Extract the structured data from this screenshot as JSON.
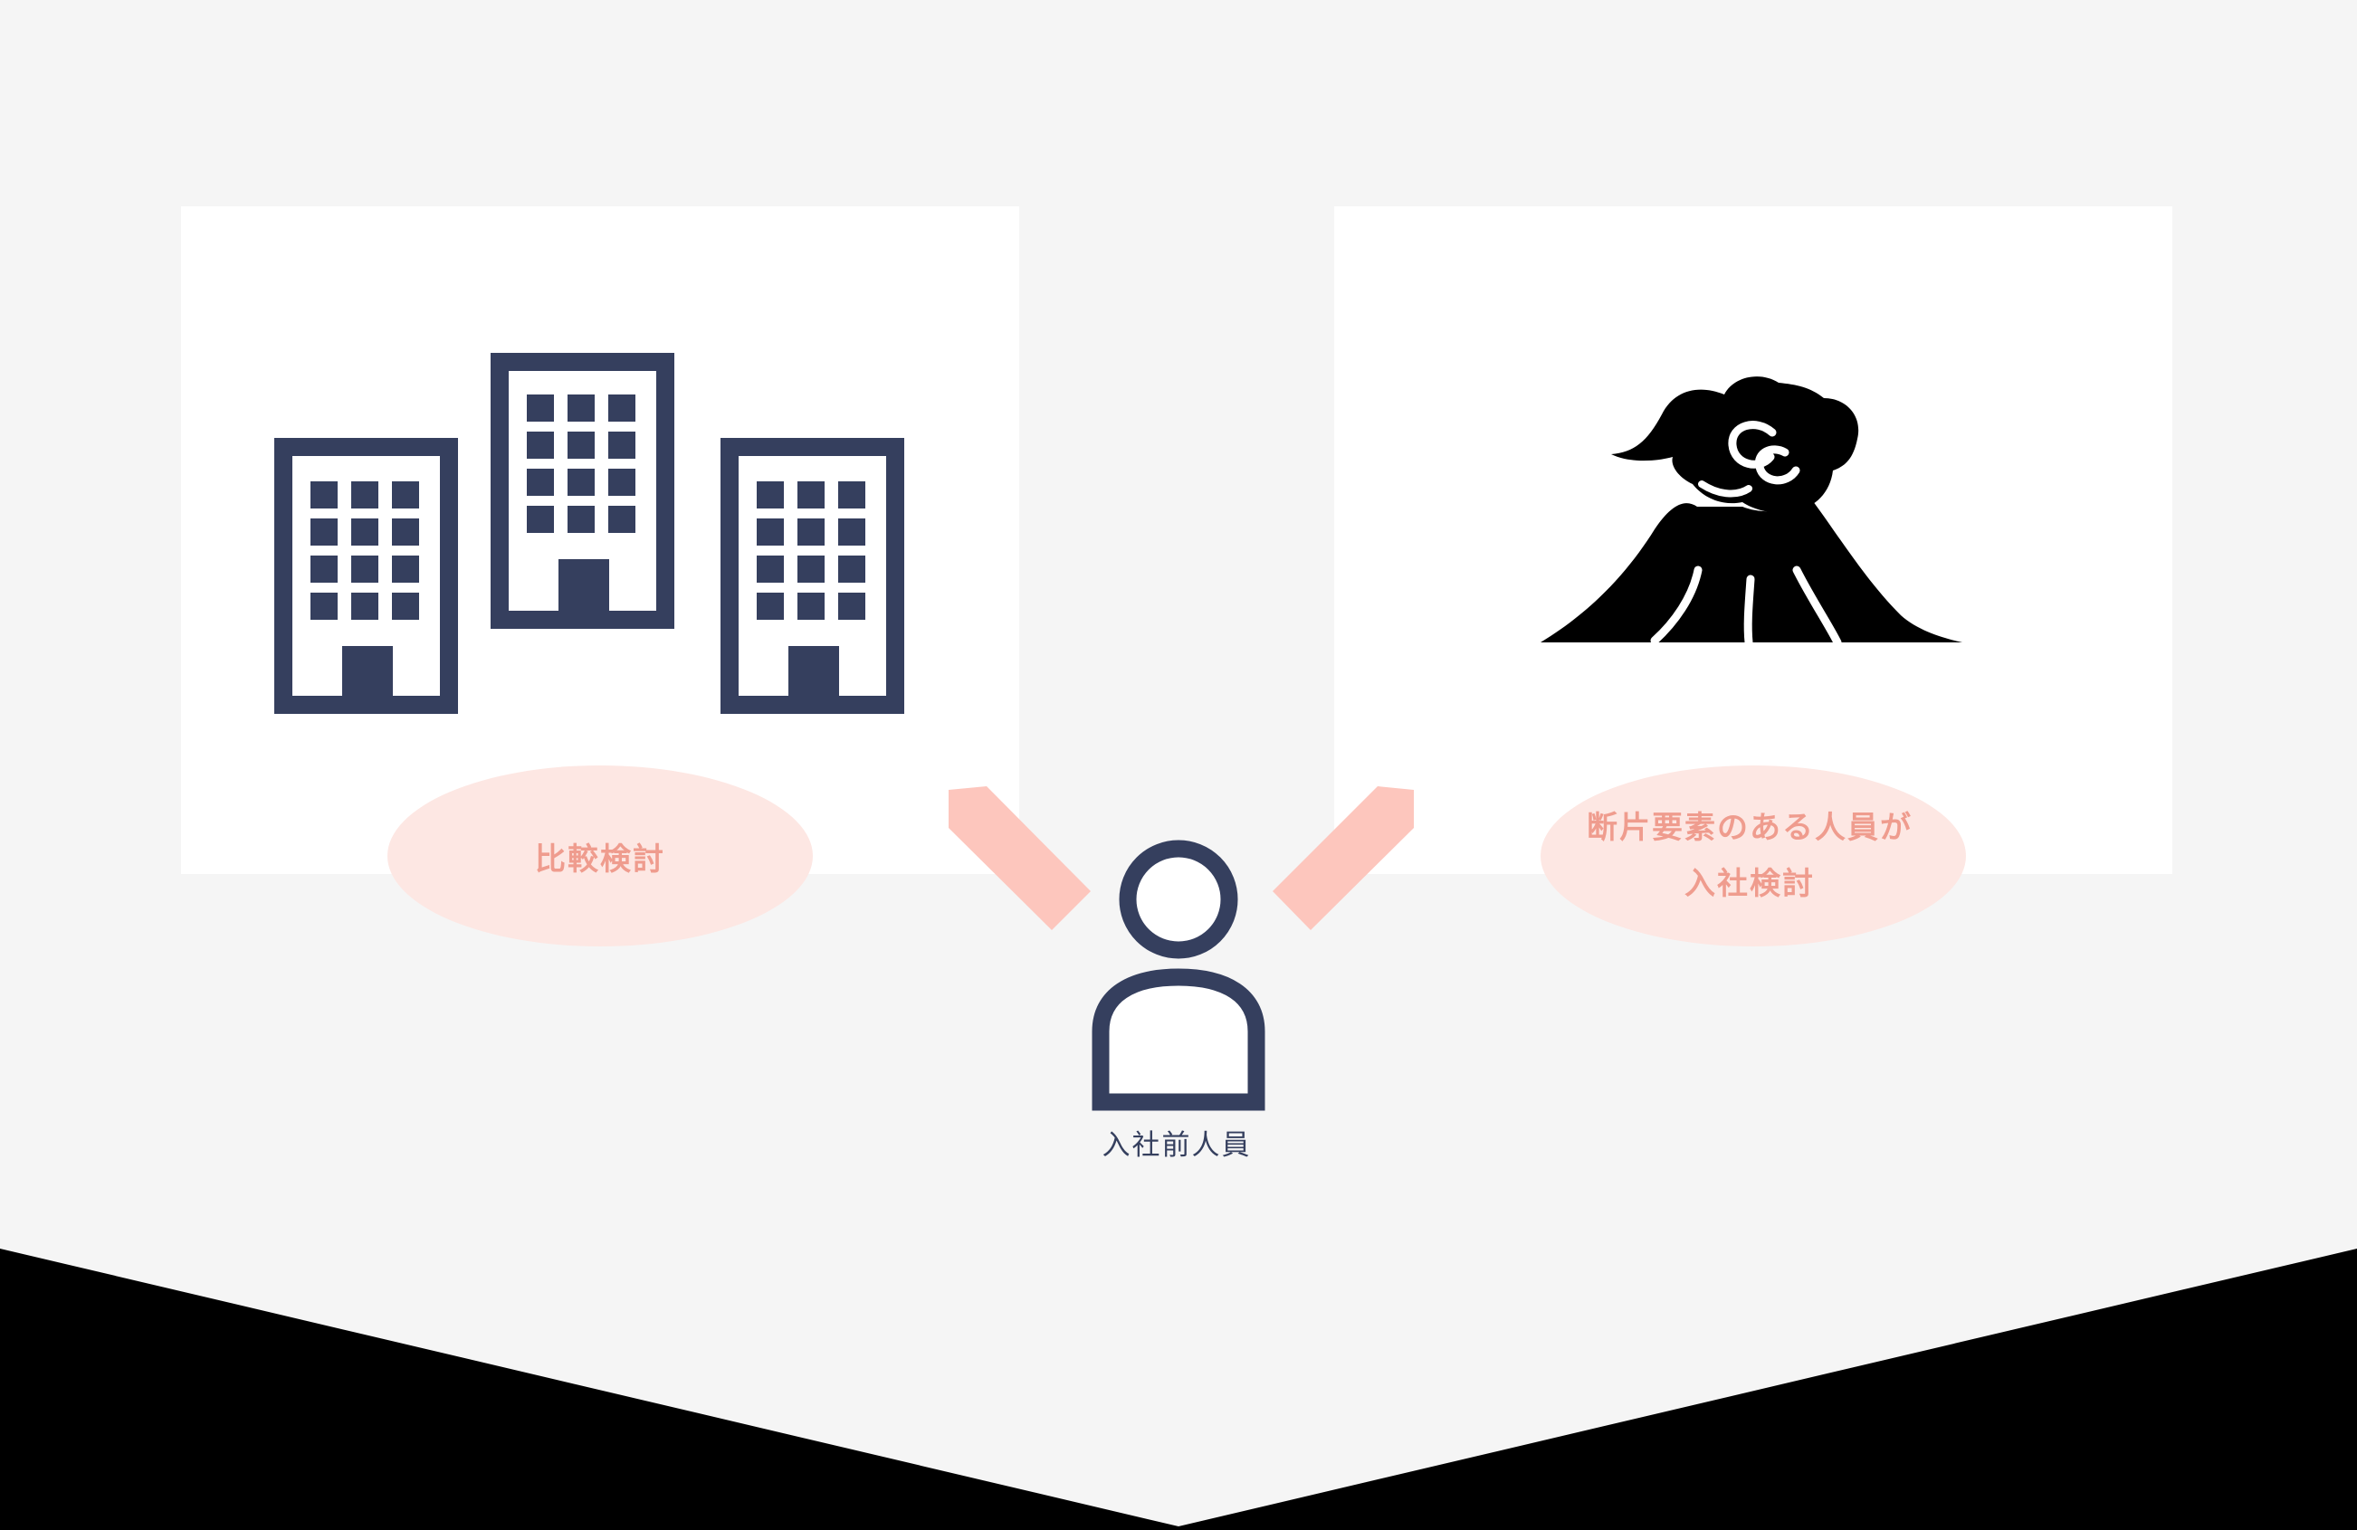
{
  "colors": {
    "page_background": "#f5f5f5",
    "outer_background": "#000000",
    "panel": "#ffffff",
    "icon_navy": "#353f5e",
    "icon_black": "#000000",
    "bubble_fill": "#fde7e3",
    "bubble_text": "#ef9c8e",
    "arrow_fill": "#fdc6bd",
    "person_label_text": "#353f5e"
  },
  "icons": {
    "left_panel": "office-buildings-icon",
    "right_panel": "volcano-eruption-icon",
    "center": "person-icon"
  },
  "labels": {
    "compare": "比較検討",
    "risk_line1": "断片要素のある人員が",
    "risk_line2": "入社検討",
    "person": "入社前人員"
  }
}
